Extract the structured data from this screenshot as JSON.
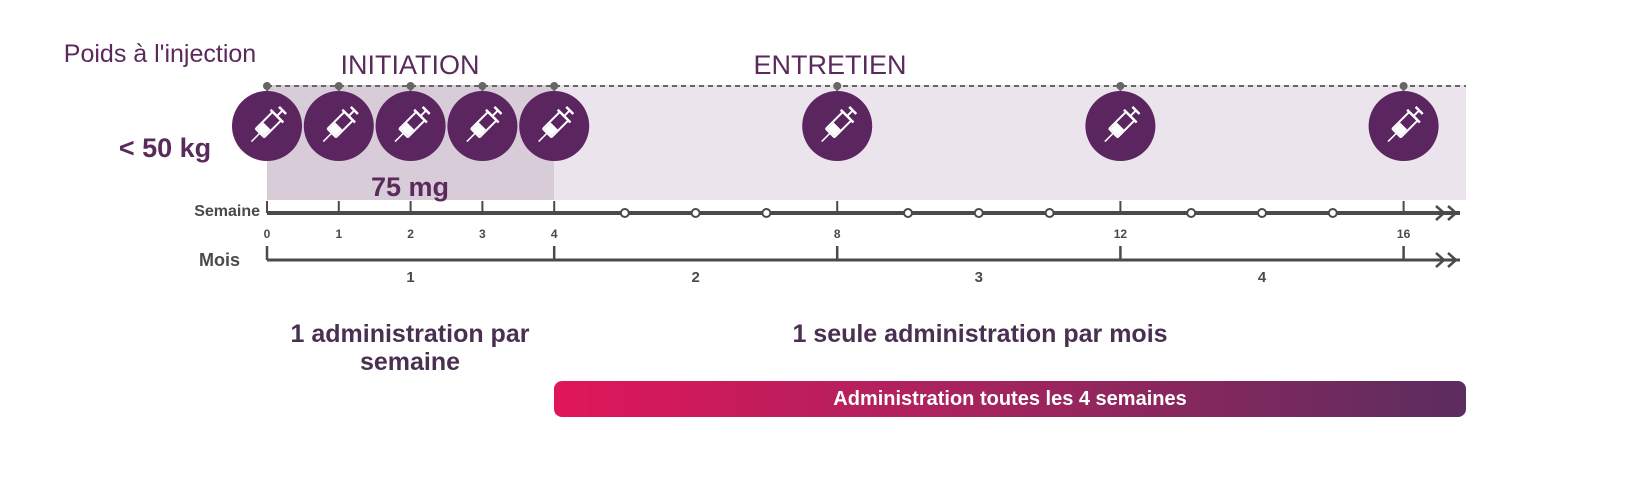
{
  "weight": {
    "label": "Poids à l'injection",
    "value": "< 50 kg"
  },
  "phases": {
    "initiation": "INITIATION",
    "maintenance": "ENTRETIEN"
  },
  "dose": "75 mg",
  "axes": {
    "week_label": "Semaine",
    "month_label": "Mois",
    "week_ticks": [
      "0",
      "1",
      "2",
      "3",
      "4",
      "8",
      "12",
      "16"
    ],
    "week_tick_values": [
      0,
      1,
      2,
      3,
      4,
      8,
      12,
      16
    ],
    "intermediate_weeks": [
      5,
      6,
      7,
      9,
      10,
      11,
      13,
      14,
      15
    ],
    "month_ticks": [
      0,
      4,
      8,
      12,
      16
    ],
    "month_labels": [
      "1",
      "2",
      "3",
      "4"
    ]
  },
  "injection_weeks": [
    0,
    1,
    2,
    3,
    4,
    8,
    12,
    16
  ],
  "notes": {
    "initiation": "1 administration par semaine",
    "maintenance": "1 seule administration par mois"
  },
  "banner": "Administration toutes les 4 semaines",
  "colors": {
    "purple": "#5b2560",
    "init_shade": "#d8ccd8",
    "maint_shade": "#ece4ec",
    "axis": "#4a4a4a"
  }
}
